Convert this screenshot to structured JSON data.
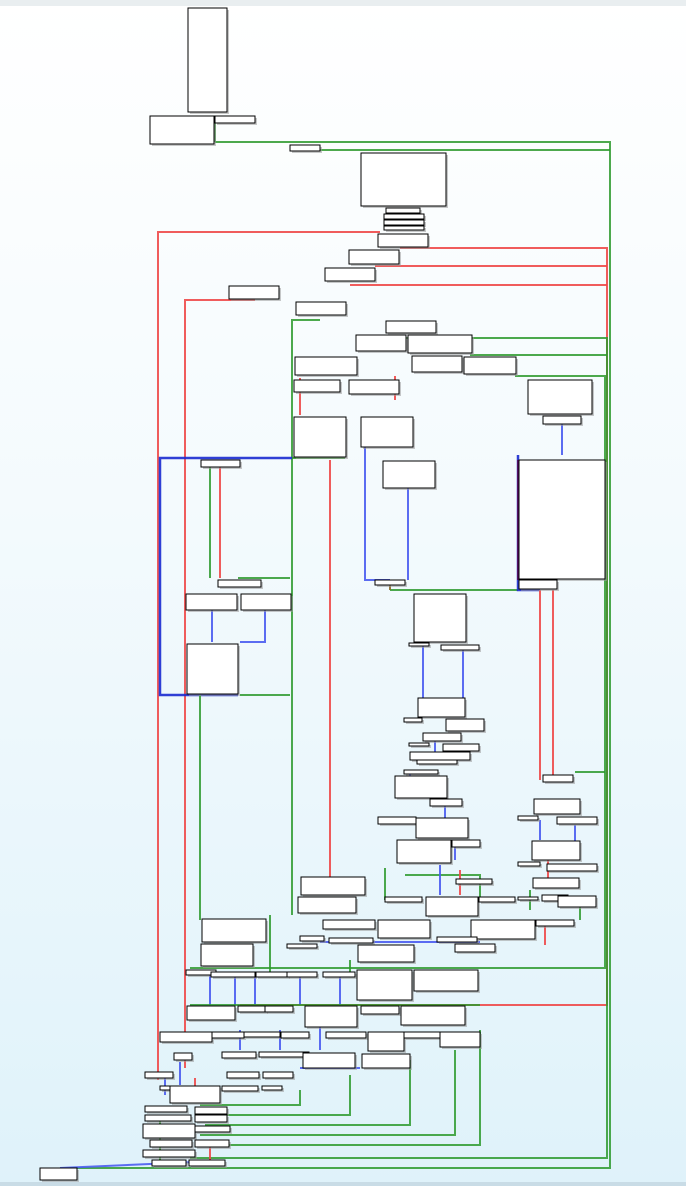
{
  "view": {
    "name": "control-flow-graph-overview",
    "background_top": "#ffffff",
    "background_bottom": "#dff2fa"
  },
  "colors": {
    "true_edge": "#2e9a2e",
    "false_edge": "#ee4a4a",
    "unconditional_edge": "#4a5cf0",
    "highlight_edge": "#1a2ad0",
    "node_fill": "#ffffff",
    "node_border": "#000000"
  },
  "graph": {
    "node_count": 140,
    "edge_types": [
      "true",
      "false",
      "unconditional"
    ]
  }
}
